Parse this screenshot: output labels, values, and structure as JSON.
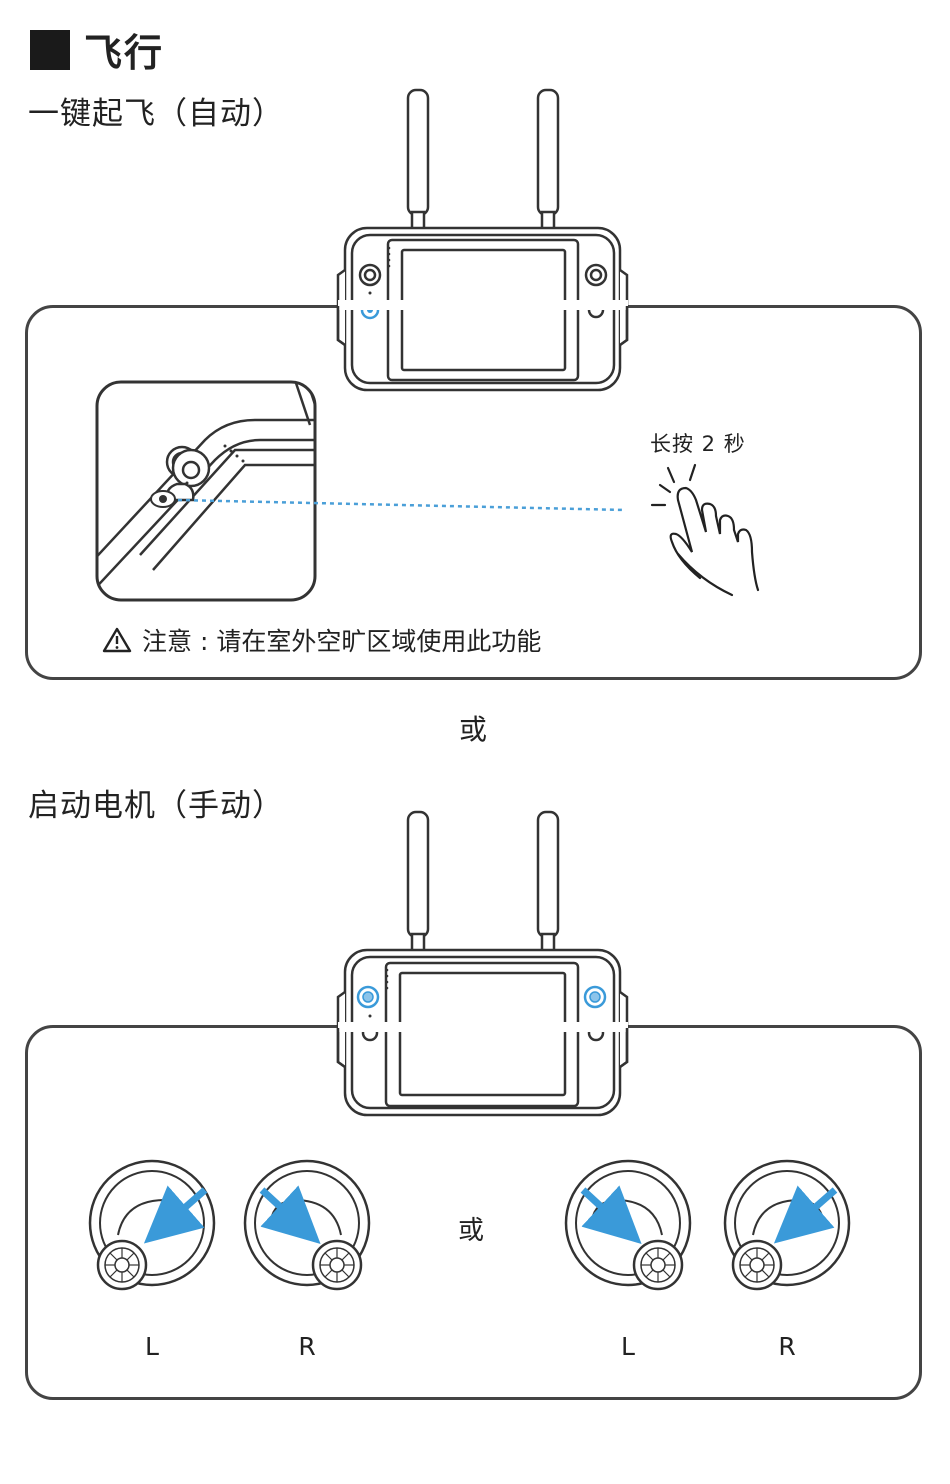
{
  "section": {
    "title": "飞行",
    "title_icon": "black-square-icon"
  },
  "auto_takeoff": {
    "title": "一键起飞（自动）",
    "hold_instruction": "长按 2 秒",
    "note": "注意 : 请在室外空旷区域使用此功能",
    "note_icon": "warning-triangle-icon"
  },
  "or_label": "或",
  "manual_start": {
    "title": "启动电机（手动）",
    "or_label": "或",
    "stick_labels": [
      "L",
      "R",
      "L",
      "R"
    ]
  },
  "colors": {
    "accent": "#3a9ad9",
    "line": "#333333",
    "dotted": "#4a9fd8"
  }
}
